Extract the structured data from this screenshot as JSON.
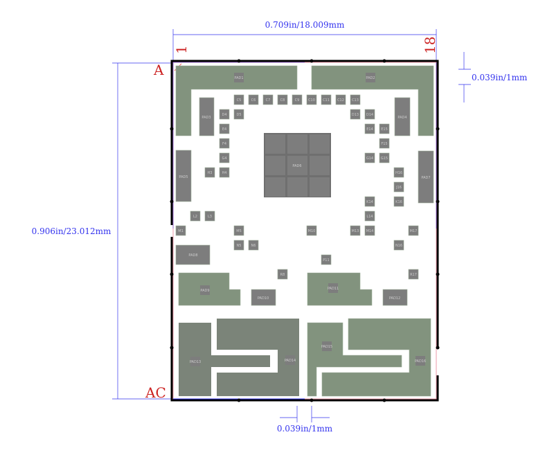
{
  "dimensions": {
    "width": "0.709in/18.009mm",
    "height": "0.906in/23.012mm",
    "pitch_top": "0.039in/1mm",
    "pitch_bottom": "0.039in/1mm"
  },
  "markers": {
    "col_first": "1",
    "col_last": "18",
    "row_first": "A",
    "row_last": "AC"
  },
  "colors": {
    "copper_green": "#82937e",
    "pad_gray": "#7d7d7d",
    "outline": "#000000",
    "dimension": "#3333ee"
  },
  "pads": {
    "pad1": "PAD1",
    "pad2": "PAD2",
    "pad3": "PAD3",
    "pad4": "PAD4",
    "pad5": "PAD5",
    "pad6": "PAD6",
    "pad7": "PAD7",
    "pad8": "PAD8",
    "pad9": "PAD9",
    "pad10": "PAD10",
    "pad11": "PAD11",
    "pad12": "PAD12",
    "pad13": "PAD13",
    "pad14": "PAD14",
    "pad15": "PAD15",
    "pad16": "PAD16"
  },
  "balls": [
    "C5",
    "C6",
    "C7",
    "C8",
    "C9",
    "C10",
    "C11",
    "C12",
    "C13",
    "D4",
    "D5",
    "D13",
    "D14",
    "E4",
    "E14",
    "E15",
    "F4",
    "F15",
    "G4",
    "G14",
    "G15",
    "H3",
    "H4",
    "H16",
    "J16",
    "K14",
    "K16",
    "L2",
    "L3",
    "L14",
    "M1",
    "M5",
    "M10",
    "M13",
    "M14",
    "M17",
    "N5",
    "N6",
    "N16",
    "P11",
    "R8",
    "R17"
  ]
}
